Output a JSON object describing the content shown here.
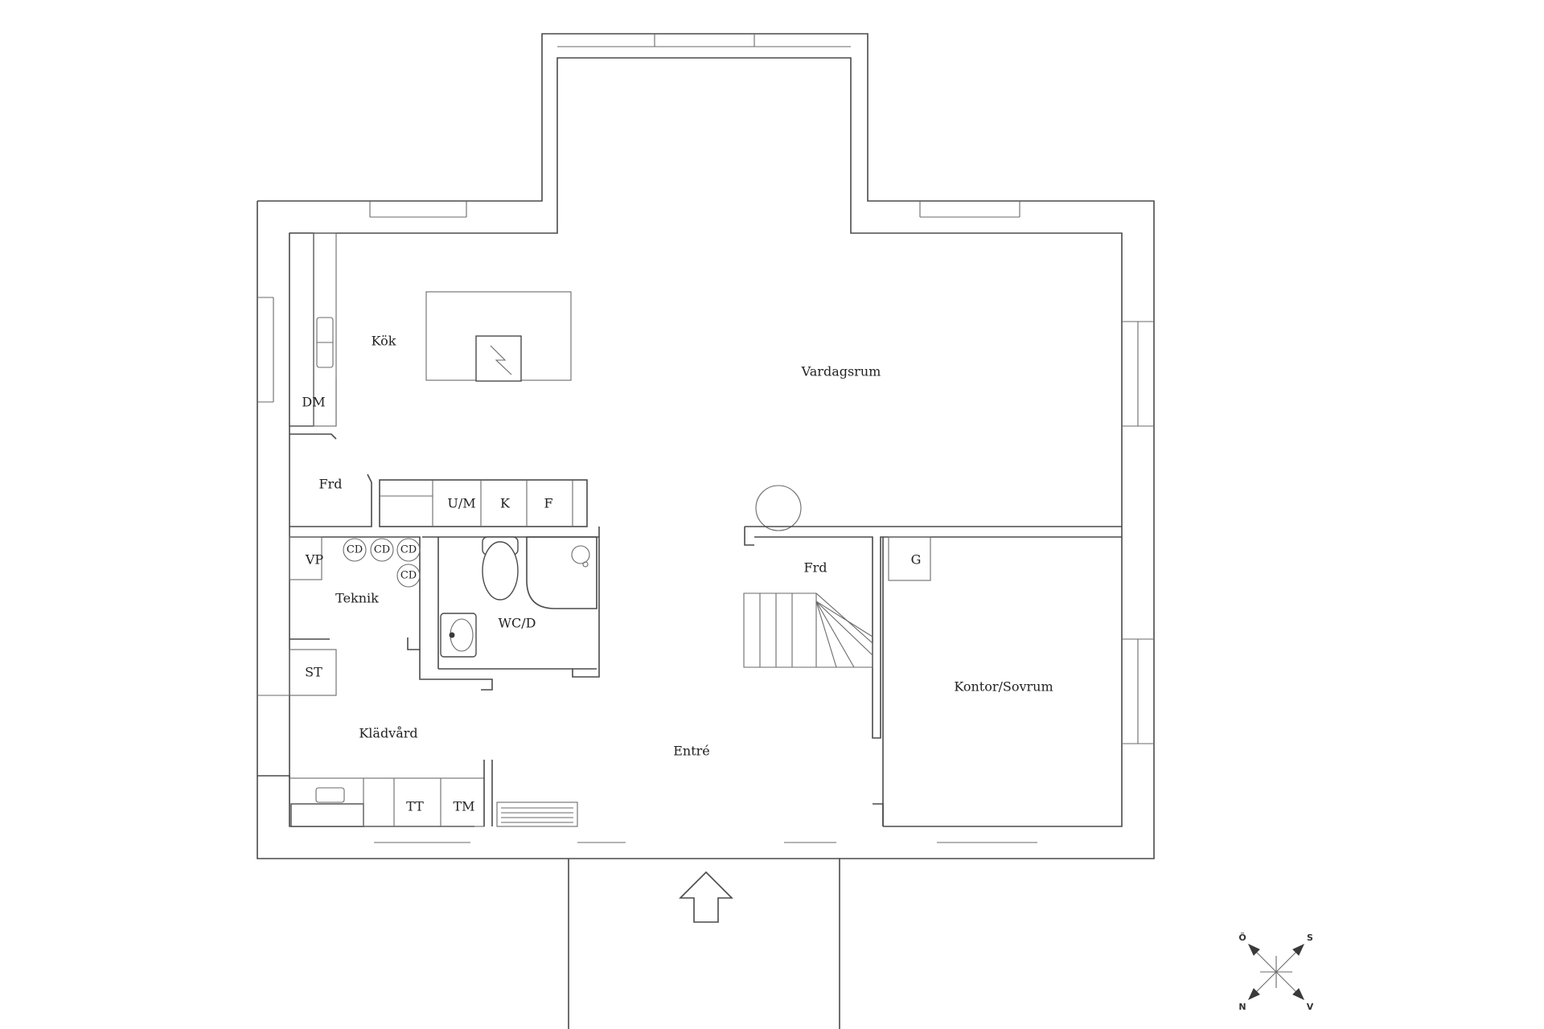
{
  "rooms": {
    "kok": "Kök",
    "vardagsrum": "Vardagsrum",
    "frd_kitchen": "Frd",
    "teknik": "Teknik",
    "wcd": "WC/D",
    "frd_stair": "Frd",
    "kontor": "Kontor/Sovrum",
    "kladvard": "Klädvård",
    "entre": "Entré"
  },
  "fixtures": {
    "dm": "DM",
    "um": "U/M",
    "k": "K",
    "f": "F",
    "vp": "VP",
    "cd1": "CD",
    "cd2": "CD",
    "cd3": "CD",
    "cd4": "CD",
    "st": "ST",
    "g": "G",
    "tt": "TT",
    "tm": "TM"
  },
  "compass": {
    "top_left": "Ö",
    "top_right": "S",
    "bottom_left": "N",
    "bottom_right": "V"
  },
  "icons": {
    "entrance": "entrance-arrow-icon",
    "compass": "compass-rose-icon",
    "stove": "stove-icon",
    "toilet": "toilet-icon",
    "sink": "sink-icon",
    "shower": "shower-icon"
  },
  "colors": {
    "wall": "#4a4a4a",
    "text": "#222222",
    "background": "#ffffff"
  }
}
